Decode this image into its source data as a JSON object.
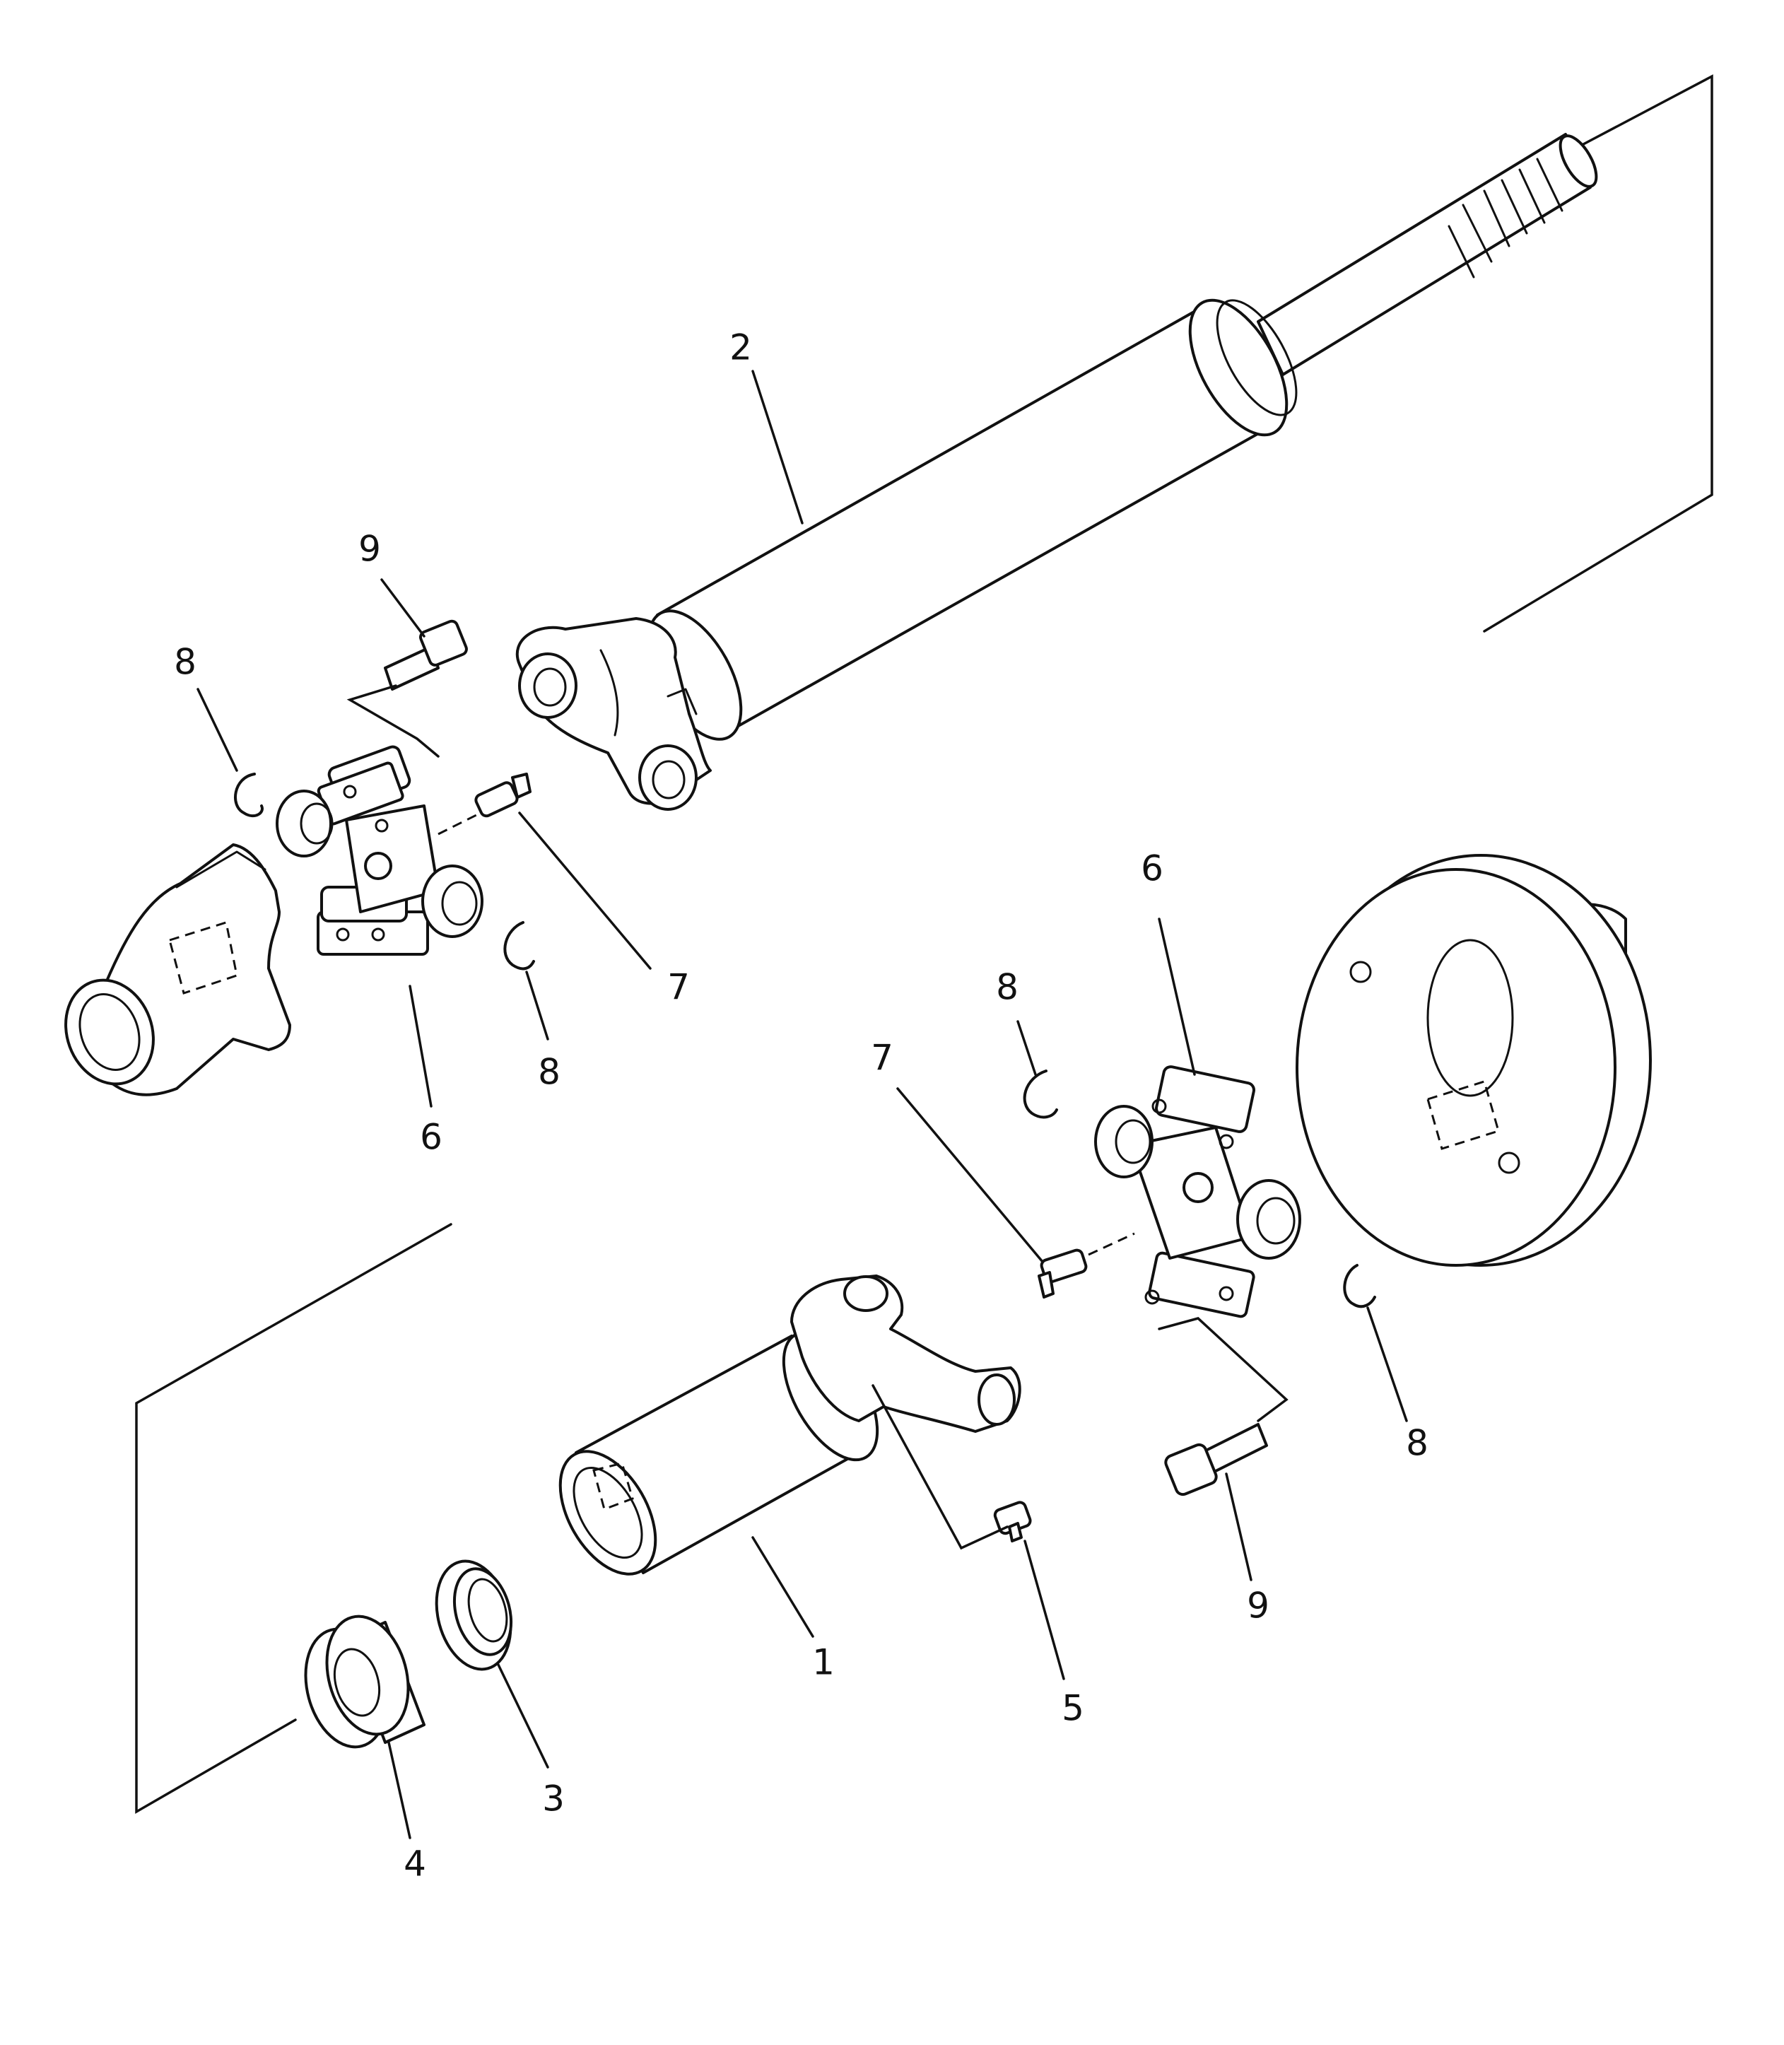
{
  "diagram": {
    "colors": {
      "ink": "#111111",
      "paper": "#ffffff"
    },
    "callouts": {
      "c1": "1",
      "c2": "2",
      "c3": "3",
      "c4": "4",
      "c5": "5",
      "c6_upper": "6",
      "c6_lower": "6",
      "c7_upper": "7",
      "c7_lower": "7",
      "c8_upper_left": "8",
      "c8_upper_right": "8",
      "c8_lower_left": "8",
      "c8_lower_right": "8",
      "c9_upper": "9",
      "c9_lower": "9"
    }
  }
}
